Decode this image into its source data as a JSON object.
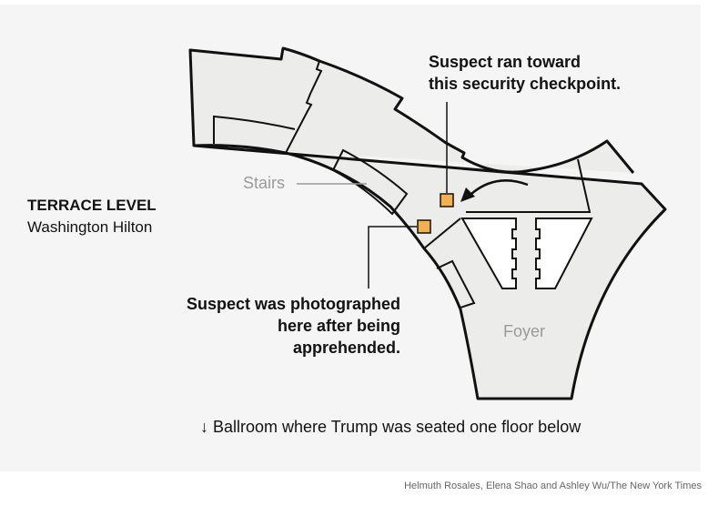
{
  "header": {
    "title": "TERRACE LEVEL",
    "subtitle": "Washington Hilton"
  },
  "annotations": {
    "checkpoint": [
      "Suspect ran toward",
      "this security checkpoint."
    ],
    "photographed": [
      "Suspect was photographed",
      "here after being",
      "apprehended."
    ]
  },
  "rooms": {
    "stairs": "Stairs",
    "foyer": "Foyer"
  },
  "footnote": {
    "arrow": "↓",
    "text": "Ballroom where Trump was seated one floor below"
  },
  "credit": "Helmuth Rosales, Elena Shao and Ashley Wu/The New York Times",
  "colors": {
    "marker": "#f3b04e",
    "floor": "#ececea",
    "background": "#f5f5f5"
  }
}
